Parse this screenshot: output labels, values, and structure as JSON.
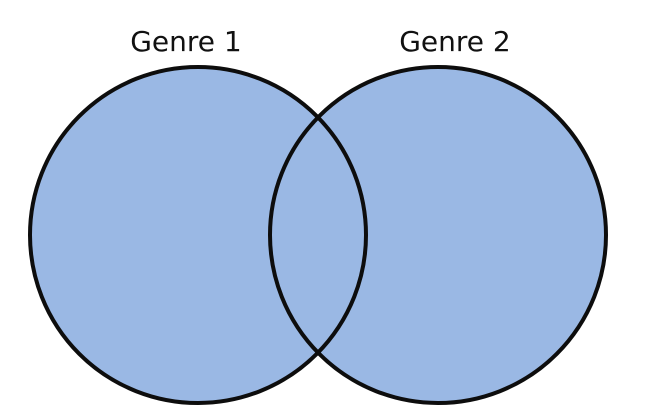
{
  "diagram": {
    "type": "venn",
    "fill_color": "#9ab8e4",
    "stroke_color": "#0d0d0d",
    "sets": [
      {
        "label": "Genre 1"
      },
      {
        "label": "Genre 2"
      }
    ]
  }
}
